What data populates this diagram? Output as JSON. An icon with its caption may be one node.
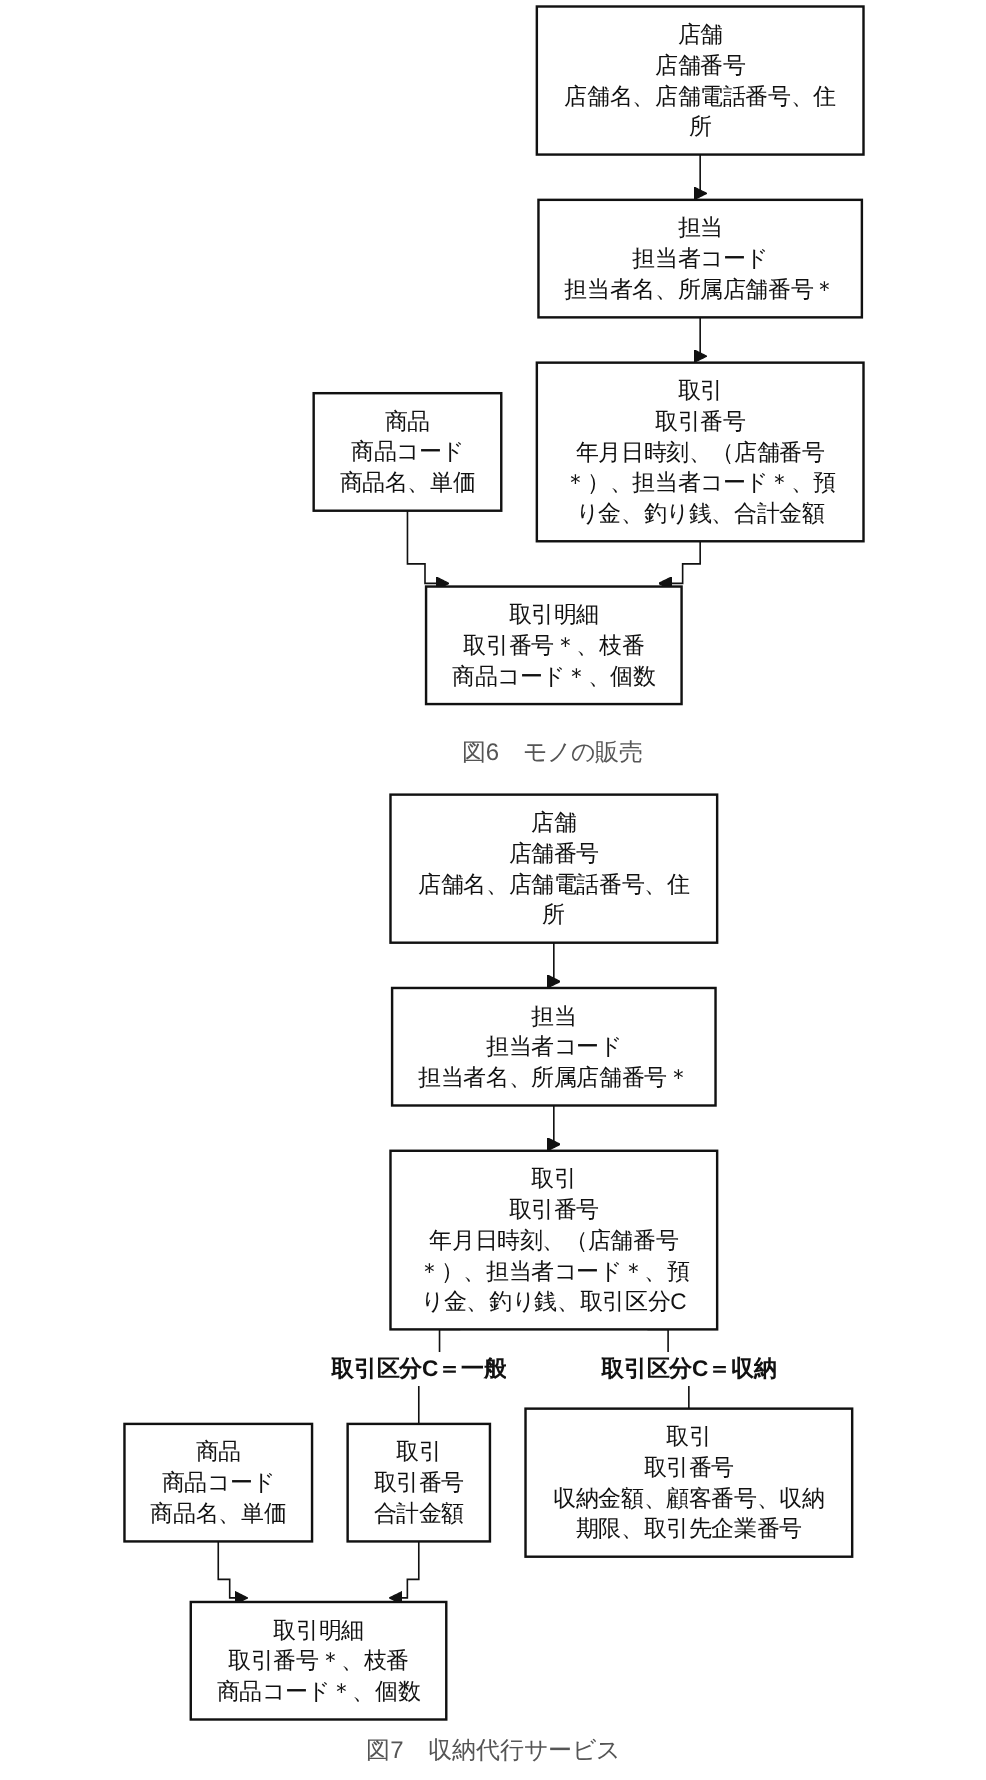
{
  "diagram": {
    "nodes": [
      {
        "text": [
          "店舗",
          "店舗番号",
          "店舗名、店舗電話番号、住所"
        ]
      },
      {
        "text": [
          "担当",
          "担当者コード",
          "担当者名、所属店舗番号＊"
        ]
      },
      {
        "text": [
          "取引",
          "取引番号",
          "年月日時刻、（店舗番号＊）、担当者コード＊、預り金、釣り銭、合計金額"
        ]
      },
      {
        "text": [
          "商品",
          "商品コード",
          "商品名、単価"
        ]
      },
      {
        "text": [
          "取引明細",
          "取引番号＊、枝番",
          "商品コード＊、個数"
        ]
      },
      {
        "text": [
          "店舗",
          "店舗番号",
          "店舗名、店舗電話番号、住所"
        ]
      },
      {
        "text": [
          "担当",
          "担当者コード",
          "担当者名、所属店舗番号＊"
        ]
      },
      {
        "text": [
          "取引",
          "取引番号",
          "年月日時刻、（店舗番号＊）、担当者コード＊、預り金、釣り銭、取引区分C"
        ]
      },
      {
        "text": [
          "商品",
          "商品コード",
          "商品名、単価"
        ]
      },
      {
        "text": [
          "取引",
          "取引番号",
          "合計金額"
        ]
      },
      {
        "text": [
          "取引",
          "取引番号",
          "収納金額、顧客番号、収納期限、取引先企業番号"
        ]
      },
      {
        "text": [
          "取引明細",
          "取引番号＊、枝番",
          "商品コード＊、個数"
        ]
      }
    ],
    "edges": [
      {
        "from": 0,
        "to": 1,
        "arrow": "to"
      },
      {
        "from": 1,
        "to": 2,
        "arrow": "to"
      },
      {
        "from": 3,
        "to": 4,
        "arrow": "to"
      },
      {
        "from": 2,
        "to": 4,
        "arrow": "to"
      },
      {
        "from": 5,
        "to": 6,
        "arrow": "to"
      },
      {
        "from": 6,
        "to": 7,
        "arrow": "to"
      },
      {
        "from": 7,
        "to": 9,
        "arrow": "none",
        "label": "取引区分C＝一般"
      },
      {
        "from": 7,
        "to": 10,
        "arrow": "none",
        "label": "取引区分C＝収納"
      },
      {
        "from": 8,
        "to": 11,
        "arrow": "to"
      },
      {
        "from": 9,
        "to": 11,
        "arrow": "to"
      }
    ],
    "labels": [
      "図6　モノの販売",
      "図7　収納代行サービス"
    ]
  }
}
